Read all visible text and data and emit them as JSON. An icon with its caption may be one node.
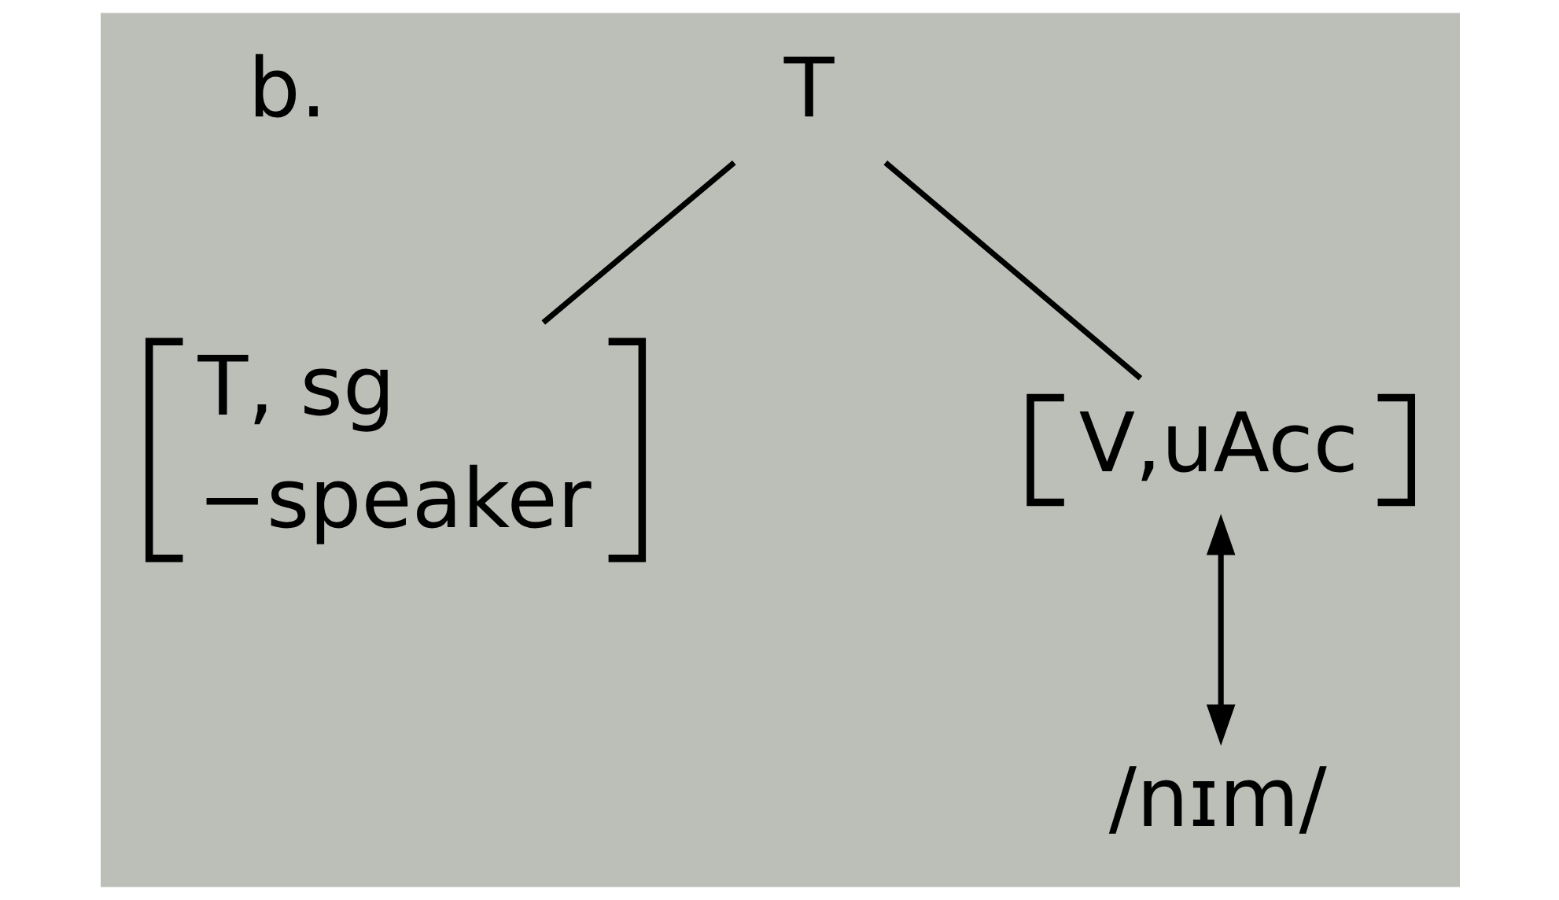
{
  "diagram": {
    "nodes": [
      {
        "text": [
          "T"
        ]
      },
      {
        "text": [
          "T, sg",
          "−speaker"
        ]
      },
      {
        "text": [
          "V,uAcc"
        ]
      },
      {
        "text": [
          "/nɪm/"
        ]
      }
    ],
    "edges": [
      {
        "from": 0,
        "to": 1,
        "arrow": "none"
      },
      {
        "from": 0,
        "to": 2,
        "arrow": "none"
      },
      {
        "from": 2,
        "to": 3,
        "arrow": "both"
      }
    ],
    "labels": [
      "b."
    ]
  }
}
